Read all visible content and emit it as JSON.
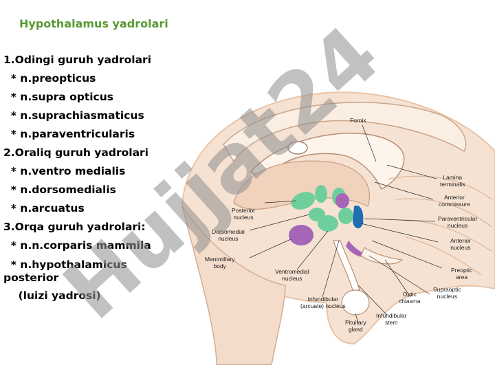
{
  "title": "Hypothalamus yadrolari",
  "list": [
    "1.Odingi guruh yadrolari",
    "  * n.preopticus",
    "  * n.supra opticus",
    "  * n.suprachiasmaticus",
    "  * n.paraventricularis",
    "2.Oraliq guruh yadrolari",
    "  * n.ventro medialis",
    "  * n.dorsomedialis",
    "  * n.arcuatus",
    "3.Orqa guruh yadrolari:",
    "  * n.n.corparis mammila",
    "  * n.hypothalamicus posterior",
    "    (luizi yadrosi)"
  ],
  "diagram_labels": {
    "fornix": "Fornix",
    "lamina_terminalis": "Lamina\nterminalis",
    "anterior_commissure": "Anterior\ncommissure",
    "paraventricular_nucleus": "Paraventricular\nnucleus",
    "anterior_nucleus": "Anterior\nnucleus",
    "preoptic_area": "Preoptic\narea",
    "supraoptic_nucleus": "Supraoptic\nnucleus",
    "infundibular_stem": "Infundibular\nstem",
    "optic_chiasma": "Optic\nchiasma",
    "pituitary_gland": "Pituitary\ngland",
    "infundibular_nucleus": "Infundibular\n(arcuate) nucleus",
    "ventromedial_nucleus": "Ventromedial\nnucleus",
    "mammillary_body": "Mammillary\nbody",
    "dorsomedial_nucleus": "Dorsomedial\nnucleus",
    "posterior_nucleus": "Posterior\nnucleus"
  },
  "watermark": "Hujjat24",
  "colors": {
    "title": "#5a9a35",
    "nucleus_green": "#6fcf9c",
    "nucleus_purple": "#a566b8",
    "nucleus_blue": "#1f6db3",
    "brain_tissue": "#f3d9c4",
    "watermark": "#8f8f8f"
  }
}
